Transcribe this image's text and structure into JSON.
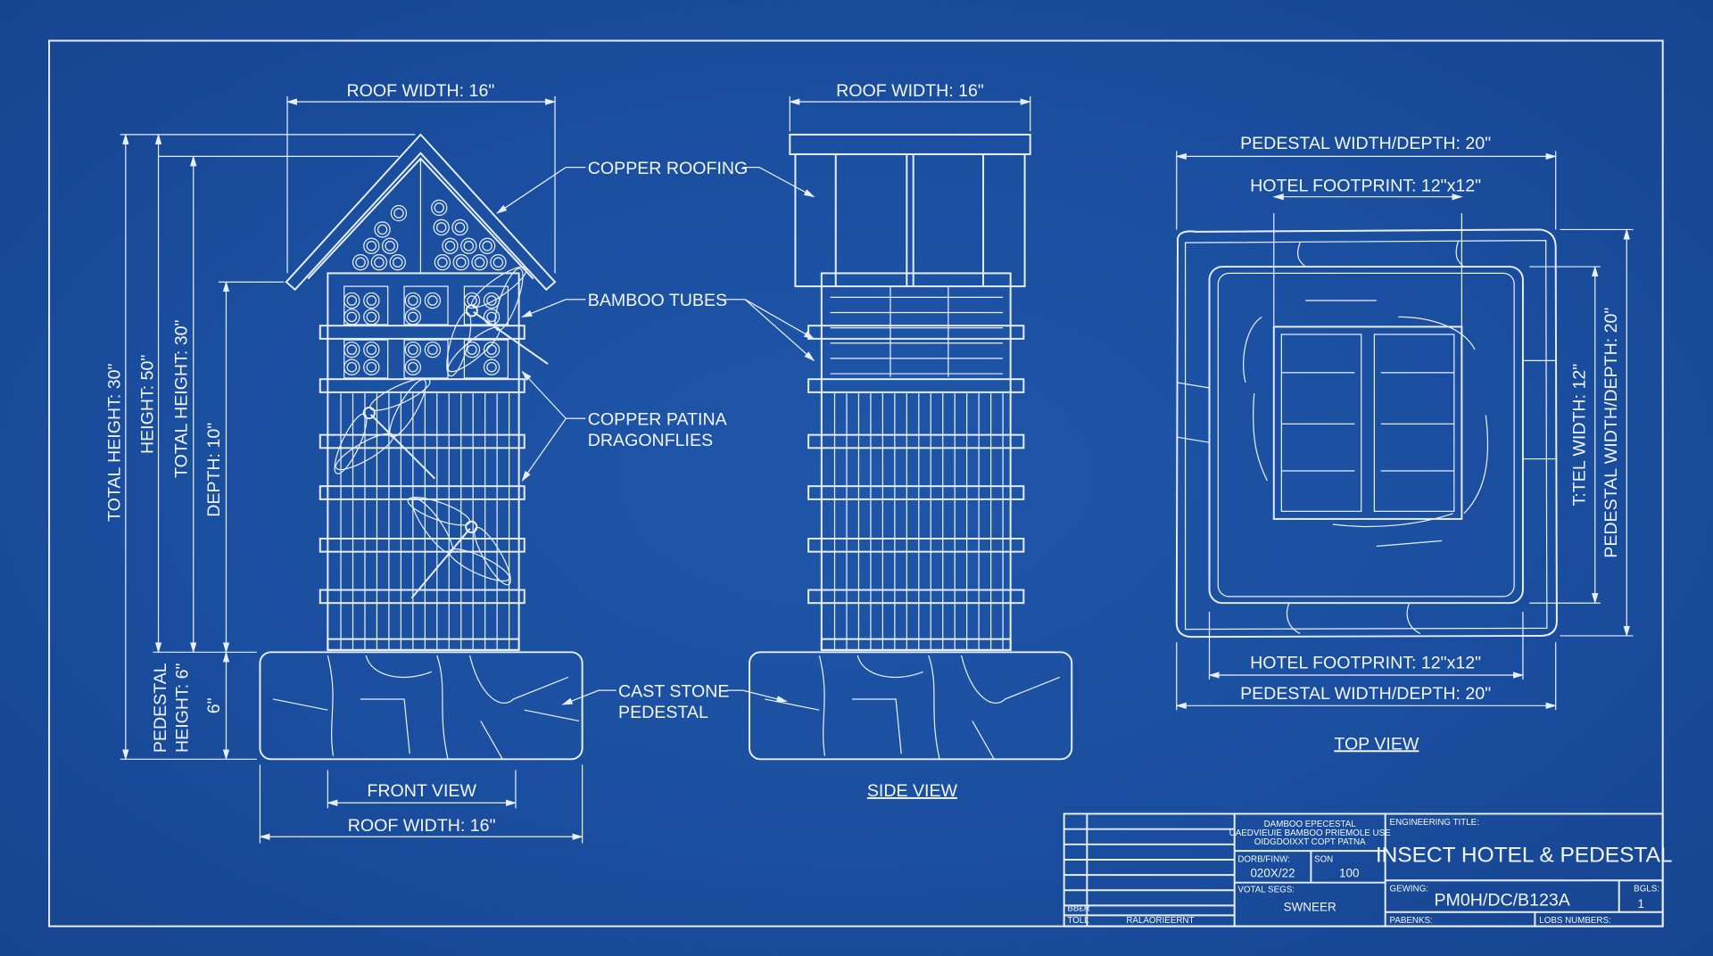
{
  "front_view": {
    "roof_width_top": "ROOF WIDTH: 16\"",
    "total_height_outer": "TOTAL HEIGHT: 30\"",
    "height": "HEIGHT: 50\"",
    "total_height_inner": "TOTAL HEIGHT: 30\"",
    "depth": "DEPTH: 10\"",
    "pedestal_height_line1": "PEDESTAL",
    "pedestal_height_line2": "HEIGHT: 6\"",
    "pedestal_dim": "6\"",
    "view_label": "FRONT VIEW",
    "roof_width_bottom": "ROOF WIDTH: 16\""
  },
  "callouts": {
    "copper_roofing": "COPPER ROOFING",
    "bamboo_tubes": "BAMBOO TUBES",
    "dragonflies_line1": "COPPER PATINA",
    "dragonflies_line2": "DRAGONFLIES",
    "pedestal_line1": "CAST STONE",
    "pedestal_line2": "PEDESTAL"
  },
  "side_view": {
    "roof_width": "ROOF WIDTH: 16\"",
    "view_label": "SIDE VIEW"
  },
  "top_view": {
    "pedestal_top": "PEDESTAL WIDTH/DEPTH: 20\"",
    "footprint_top": "HOTEL FOOTPRINT: 12\"x12\"",
    "footprint_bottom": "HOTEL FOOTPRINT: 12\"x12\"",
    "pedestal_bottom": "PEDESTAL WIDTH/DEPTH: 20\"",
    "hotel_width": "T:TEL WIDTH: 12\"",
    "pedestal_side": "PEDESTAL WIDTH/DEPTH: 20\"",
    "view_label": "TOP VIEW"
  },
  "title_block": {
    "notes": [
      "DAMBOO EPECESTAL",
      "UAEDVIEUIE BAMBOO PRIEMOLE USE",
      "OIDGDOIXXT COPT PATNA"
    ],
    "date_label": "DORB/FINW:",
    "date_value": "020X/22",
    "son_label": "SON",
    "son_value": "100",
    "total_label": "VOTAL SEGS:",
    "total_value": "SWNEER",
    "rev_label": "BB£R",
    "tol_label": "TOLL",
    "rev_value": "RALAORIEERNT",
    "eng_title_label": "ENGINEERING TITLE:",
    "eng_title": "INSECT HOTEL & PEDESTAL",
    "drawing_label": "GEWING:",
    "drawing_value": "PM0H/DC/B123A",
    "sheet_label": "BGLS:",
    "sheet_value": "1",
    "parents_label": "PABENKS:",
    "lobs_label": "LOBS NUMBERS:"
  }
}
